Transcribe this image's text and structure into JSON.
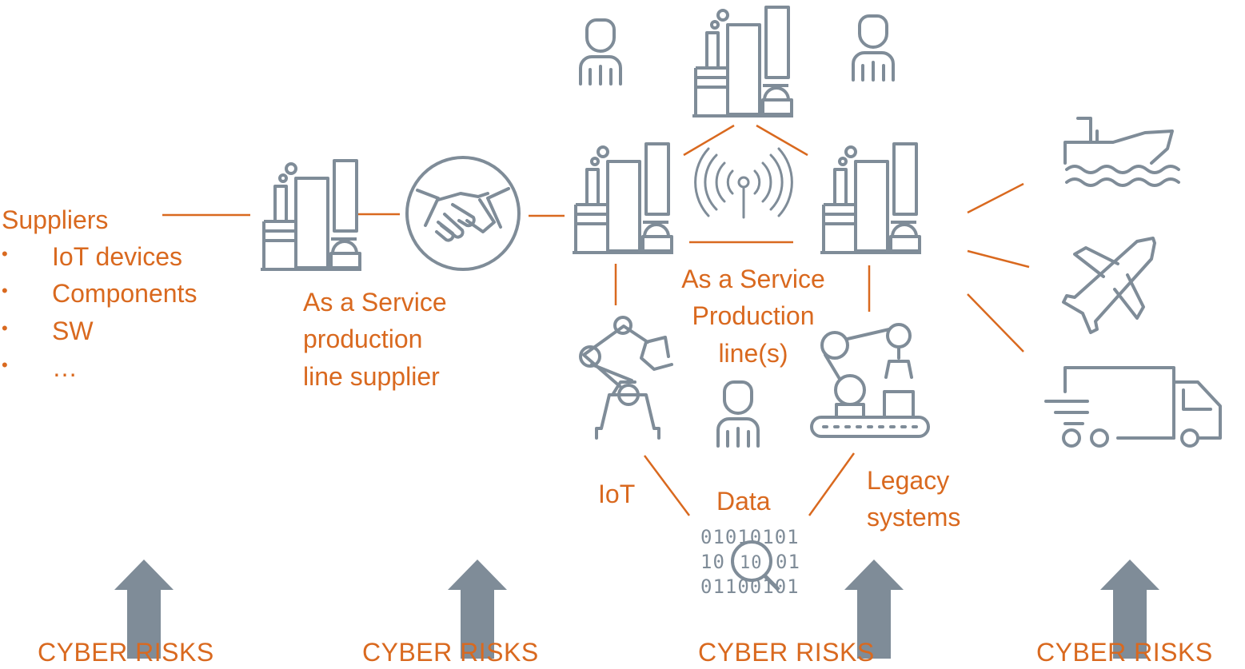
{
  "colors": {
    "accent": "#D9691F",
    "icon": "#7F8C98",
    "arrow": "#7F8C98"
  },
  "suppliers": {
    "title": "Suppliers",
    "items": [
      "IoT devices",
      "Components",
      "SW",
      "…"
    ]
  },
  "service_supplier": {
    "line1": "As a Service",
    "line2": "production",
    "line3": "line supplier"
  },
  "production": {
    "line1": "As a Service",
    "line2": "Production",
    "line3": "line(s)"
  },
  "labels": {
    "iot": "IoT",
    "data": "Data",
    "legacy1": "Legacy",
    "legacy2": "systems"
  },
  "data_icon_bits": {
    "row1": "01010101",
    "row2": "10",
    "row3": "01100101"
  },
  "icons": [
    "factory-icon",
    "handshake-icon",
    "wireless-antenna-icon",
    "person-icon",
    "robot-arm-icon",
    "robot-conveyor-icon",
    "binary-search-icon",
    "ship-icon",
    "airplane-icon",
    "truck-icon",
    "up-arrow-icon"
  ],
  "risks": [
    "CYBER RISKS",
    "CYBER RISKS",
    "CYBER RISKS",
    "CYBER RISKS"
  ]
}
